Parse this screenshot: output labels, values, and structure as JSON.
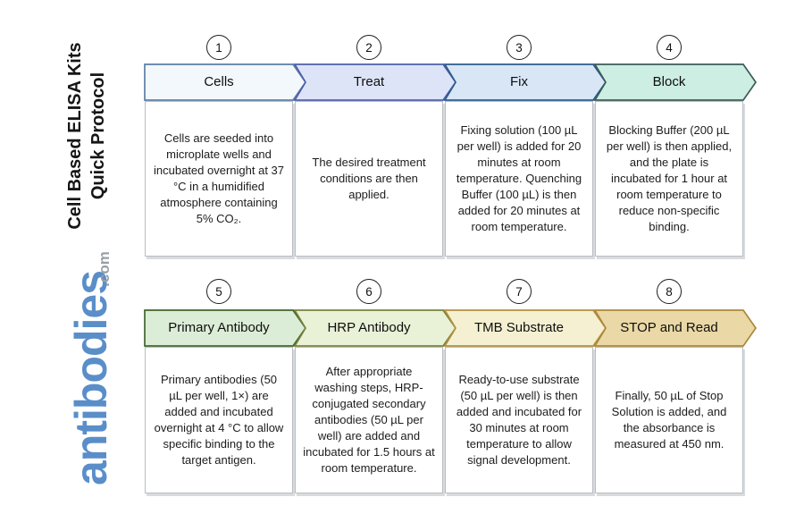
{
  "title": {
    "line1": "Cell Based ELISA Kits",
    "line2": "Quick Protocol"
  },
  "logo": {
    "name": "antibodies",
    "tld": ".com",
    "name_color": "#5a8ec9",
    "tld_color": "#9aa0a6"
  },
  "steps": [
    {
      "number": "1",
      "label": "Cells",
      "description": "Cells are seeded into microplate wells and incubated overnight at 37 °C in a humidified atmosphere containing 5% CO₂.",
      "fill": "#f3f8fc",
      "border": "#5b7fa6"
    },
    {
      "number": "2",
      "label": "Treat",
      "description": "The desired treatment conditions are then applied.",
      "fill": "#dee4f7",
      "border": "#4d5fa8"
    },
    {
      "number": "3",
      "label": "Fix",
      "description": "Fixing solution (100 µL per well) is added for 20 minutes at room temperature. Quenching Buffer (100 µL) is then added for 20 minutes at room temperature.",
      "fill": "#d8e6f6",
      "border": "#2d5c8c"
    },
    {
      "number": "4",
      "label": "Block",
      "description": "Blocking Buffer (200 µL per well) is then applied, and the plate is incubated for 1 hour at room temperature to reduce non-specific binding.",
      "fill": "#cdeee2",
      "border": "#3c5a58"
    },
    {
      "number": "5",
      "label": "Primary Antibody",
      "description": "Primary antibodies (50 µL per well, 1×) are added and incubated overnight at 4 °C to allow specific binding to the target antigen.",
      "fill": "#dcedd7",
      "border": "#40662e"
    },
    {
      "number": "6",
      "label": "HRP Antibody",
      "description": "After appropriate washing steps, HRP-conjugated secondary antibodies (50 µL per well) are added and incubated for 1.5 hours at room temperature.",
      "fill": "#e9f1d7",
      "border": "#77823c"
    },
    {
      "number": "7",
      "label": "TMB Substrate",
      "description": "Ready-to-use substrate (50 µL per well) is then added and incubated for 30 minutes at room temperature to allow signal development.",
      "fill": "#f5f0d2",
      "border": "#b2903f"
    },
    {
      "number": "8",
      "label": "STOP and Read",
      "description": "Finally, 50 µL of Stop Solution is added, and the absorbance is measured at 450 nm.",
      "fill": "#ead8a6",
      "border": "#ab8839"
    }
  ]
}
